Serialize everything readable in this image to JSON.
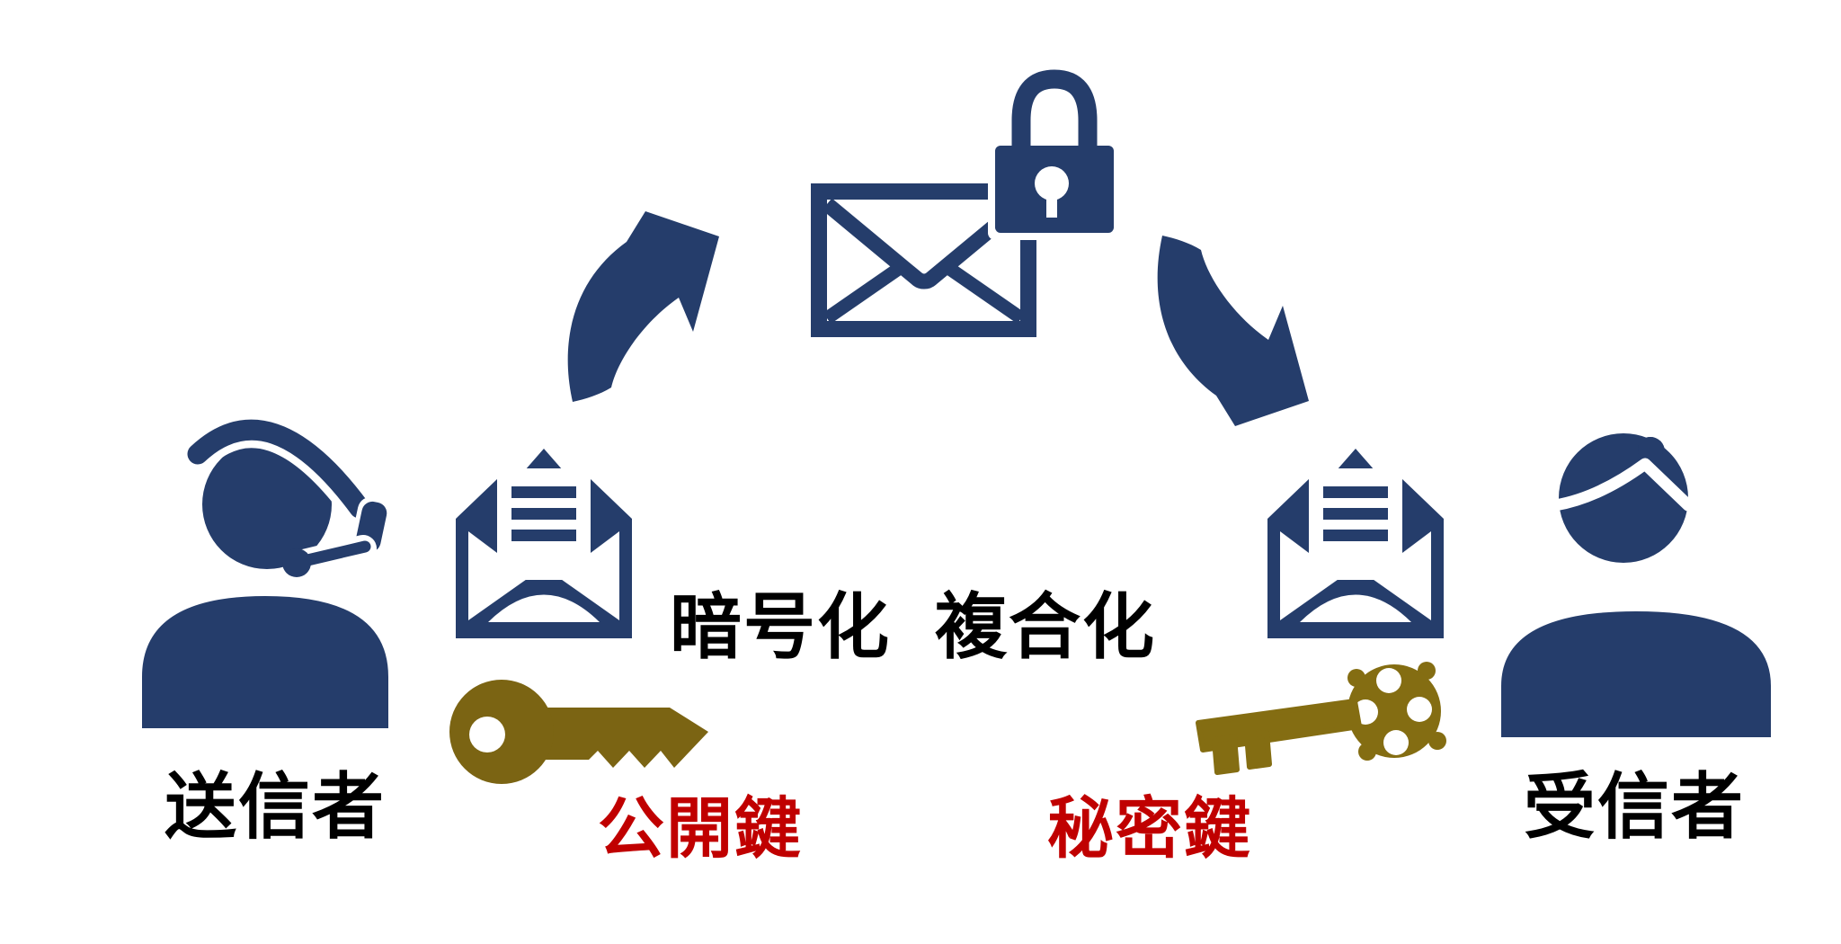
{
  "diagram": {
    "type": "public-key-encryption-flow",
    "sender": {
      "label": "送信者",
      "icon": "operator-headset-person-icon"
    },
    "receiver": {
      "label": "受信者",
      "icon": "person-icon"
    },
    "plain_message_left": {
      "icon": "open-envelope-letter-icon"
    },
    "plain_message_right": {
      "icon": "open-envelope-letter-icon"
    },
    "encrypted_message": {
      "icon": "locked-envelope-icon"
    },
    "encrypt_step": {
      "label": "暗号化"
    },
    "decrypt_step": {
      "label": "複合化"
    },
    "public_key": {
      "label": "公開鍵",
      "icon": "modern-key-icon"
    },
    "private_key": {
      "label": "秘密鍵",
      "icon": "antique-key-icon"
    },
    "arrows": {
      "left": "curved-arrow-up-right",
      "right": "curved-arrow-down-right"
    },
    "colors": {
      "navy": "#253D6B",
      "gold_left_key": "#7B6413",
      "gold_right_key": "#846D12",
      "red": "#C00000",
      "text": "#000000",
      "background": "#FFFFFF"
    }
  }
}
